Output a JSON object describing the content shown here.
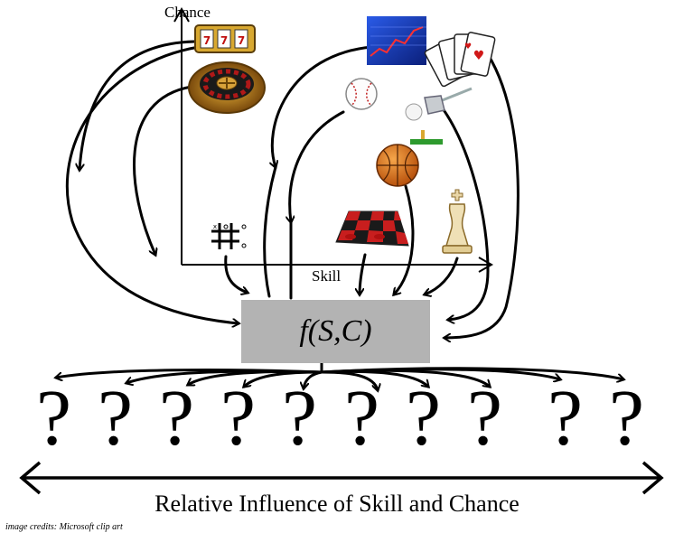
{
  "axes": {
    "y_label": "Chance",
    "x_label": "Skill"
  },
  "function_box": {
    "label": "f(S,C)"
  },
  "outcomes": {
    "symbols": [
      "?",
      "?",
      "?",
      "?",
      "?",
      "?",
      "?",
      "?",
      "?",
      "?"
    ]
  },
  "scale": {
    "label": "Relative Influence of Skill and Chance"
  },
  "credits": {
    "text": "image credits: Microsoft clip art"
  },
  "icons": [
    "slot-machine-icon",
    "roulette-wheel-icon",
    "stock-chart-icon",
    "playing-cards-icon",
    "baseball-icon",
    "golf-club-icon",
    "basketball-icon",
    "tic-tac-toe-icon",
    "checkers-board-icon",
    "chess-king-icon"
  ],
  "colors": {
    "box": "#b3b3b3",
    "ink": "#000000",
    "checker_red": "#cc1f1f",
    "basketball": "#e07a1f",
    "stock_blue": "#1a3fc4"
  }
}
